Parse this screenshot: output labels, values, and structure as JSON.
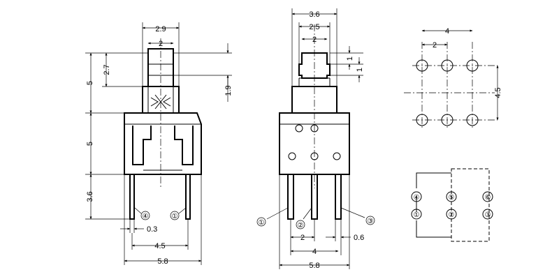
{
  "front_view": {
    "dims": {
      "top_width_outer": "2.9",
      "top_width_inner": "2",
      "cap_height": "2.7",
      "cap_offset": "1.9",
      "upper_height": "5",
      "body_height": "5",
      "pin_length": "3.6",
      "pin_width": "0.3",
      "pin_spacing": "4.5",
      "body_width": "5.8"
    },
    "pin_labels": [
      "④",
      "①"
    ]
  },
  "side_view": {
    "dims": {
      "top_width_outer": "3.6",
      "top_width_mid": "2.5",
      "top_width_inner": "2",
      "step_a": "1",
      "step_b": "1",
      "pin_spacing_small": "2",
      "pin_width": "0.6",
      "pin_spacing": "4",
      "body_width": "5.8"
    },
    "pin_labels": [
      "①",
      "②",
      "③"
    ]
  },
  "footprint": {
    "dims": {
      "overall_spacing": "4",
      "pitch": "2",
      "row_spacing": "4.5"
    }
  },
  "schematic": {
    "top_row": [
      "④",
      "⑤",
      "⑥"
    ],
    "bottom_row": [
      "①",
      "②",
      "③"
    ]
  }
}
